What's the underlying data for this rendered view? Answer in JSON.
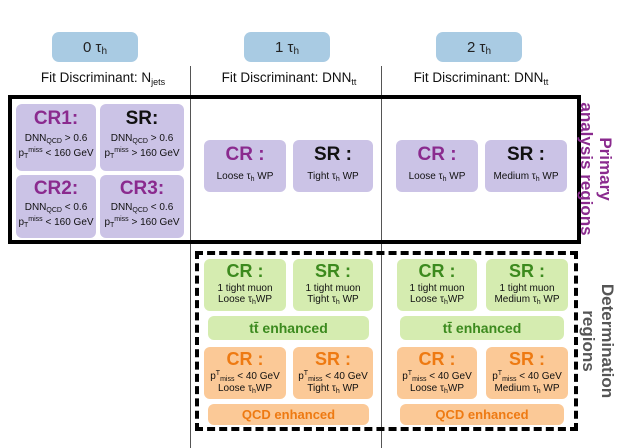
{
  "columns": [
    {
      "tau": "0",
      "tau_sym": "τ",
      "tau_sub": "h",
      "disc_prefix": "Fit Discriminant: N",
      "disc_sub": "jets"
    },
    {
      "tau": "1",
      "tau_sym": "τ",
      "tau_sub": "h",
      "disc_prefix": "Fit Discriminant: DNN",
      "disc_sub": "tt"
    },
    {
      "tau": "2",
      "tau_sym": "τ",
      "tau_sub": "h",
      "disc_prefix": "Fit Discriminant: DNN",
      "disc_sub": "tt"
    }
  ],
  "zero_tau": {
    "cr1": {
      "label": "CR1:",
      "l1_pre": "DNN",
      "l1_sub": "QCD",
      "l1_post": "> 0.6",
      "l2_pre": "p",
      "l2_sub": "T",
      "l2_sup": "miss",
      "l2_post": "< 160 GeV"
    },
    "sr": {
      "label": "SR:",
      "l1_pre": "DNN",
      "l1_sub": "QCD",
      "l1_post": "> 0.6",
      "l2_pre": "p",
      "l2_sub": "T",
      "l2_sup": "miss",
      "l2_post": "> 160 GeV"
    },
    "cr2": {
      "label": "CR2:",
      "l1_pre": "DNN",
      "l1_sub": "QCD",
      "l1_post": "< 0.6",
      "l2_pre": "p",
      "l2_sub": "T",
      "l2_sup": "miss",
      "l2_post": "< 160 GeV"
    },
    "cr3": {
      "label": "CR3:",
      "l1_pre": "DNN",
      "l1_sub": "QCD",
      "l1_post": "< 0.6",
      "l2_pre": "p",
      "l2_sub": "T",
      "l2_sup": "miss",
      "l2_post": "> 160 GeV"
    }
  },
  "one_tau": {
    "cr": {
      "label": "CR :",
      "pre": "Loose τ",
      "sub": "h",
      "post": " WP"
    },
    "sr": {
      "label": "SR :",
      "pre": "Tight τ",
      "sub": "h",
      "post": " WP"
    }
  },
  "two_tau": {
    "cr": {
      "label": "CR :",
      "pre": "Loose τ",
      "sub": "h",
      "post": " WP"
    },
    "sr": {
      "label": "SR :",
      "pre": "Medium τ",
      "sub": "h",
      "post": " WP"
    }
  },
  "det_one": {
    "tt_cr": {
      "label": "CR :",
      "line1": "1 tight muon",
      "pre": "Loose τ",
      "sub": "h",
      "post": "WP"
    },
    "tt_sr": {
      "label": "SR :",
      "line1": "1 tight muon",
      "pre": "Tight τ",
      "sub": "h",
      "post": " WP"
    },
    "tt_banner": "tt̄ enhanced",
    "qcd_cr": {
      "label": "CR :",
      "l1_pre": "p",
      "l1_sup": "T",
      "l1_sub": "miss",
      "l1_post": " < 40 GeV",
      "pre": "Loose τ",
      "sub": "h",
      "post": "WP"
    },
    "qcd_sr": {
      "label": "SR :",
      "l1_pre": "p",
      "l1_sup": "T",
      "l1_sub": "miss",
      "l1_post": " < 40 GeV",
      "pre": "Tight τ",
      "sub": "h",
      "post": " WP"
    },
    "qcd_banner": "QCD enhanced"
  },
  "det_two": {
    "tt_cr": {
      "label": "CR :",
      "line1": "1 tight muon",
      "pre": "Loose τ",
      "sub": "h",
      "post": "WP"
    },
    "tt_sr": {
      "label": "SR :",
      "line1": "1 tight muon",
      "pre": "Medium τ",
      "sub": "h",
      "post": " WP"
    },
    "tt_banner": "tt̄ enhanced",
    "qcd_cr": {
      "label": "CR :",
      "l1_pre": "p",
      "l1_sup": "T",
      "l1_sub": "miss",
      "l1_post": " < 40 GeV",
      "pre": "Loose τ",
      "sub": "h",
      "post": "WP"
    },
    "qcd_sr": {
      "label": "SR :",
      "l1_pre": "p",
      "l1_sup": "T",
      "l1_sub": "miss",
      "l1_post": " < 40 GeV",
      "pre": "Medium τ",
      "sub": "h",
      "post": " WP"
    },
    "qcd_banner": "QCD enhanced"
  },
  "side_labels": {
    "primary_line1": "Primary",
    "primary_line2": "analysis regions",
    "det_line1": "Determination",
    "det_line2": "regions"
  },
  "colors": {
    "header": "#a9cbe3",
    "purple_box": "#cbc3e6",
    "purple_text": "#8a2a8e",
    "green_box": "#d5ecb0",
    "green_text": "#3c8a1e",
    "orange_box": "#fbc997",
    "orange_text": "#ee7a12",
    "det_label": "#555555"
  }
}
